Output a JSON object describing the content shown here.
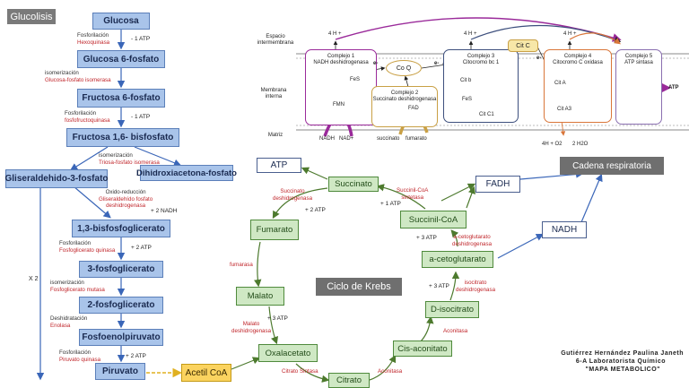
{
  "glycolysis": {
    "title": "Glucolisis",
    "nodes": {
      "glucosa": "Glucosa",
      "g6p": "Glucosa 6-fosfato",
      "f6p": "Fructosa 6-fosfato",
      "f16bp": "Fructosa 1,6- bisfosfato",
      "g3p": "Gliseraldehido-3-fosfato",
      "dhap": "Dihidroxiacetona-fosfato",
      "bpg13": "1,3-bisfosfoglicerato",
      "pg3": "3-fosfoglicerato",
      "pg2": "2-fosfoglicerato",
      "pep": "Fosfoenolpiruvato",
      "piruvato": "Piruvato",
      "acetil": "Acetil CoA"
    },
    "steps": {
      "s1a": "Fosforilación",
      "s1b": "Hexoquinasa",
      "s1atp": "- 1 ATP",
      "s2a": "isomerización",
      "s2b": "Glucosa-fosfato isomerasa",
      "s3a": "Fosforilación",
      "s3b": "fosfofructoquinasa",
      "s3atp": "- 1 ATP",
      "s4a": "isomerización",
      "s4b": "Triosa-fosfato isomerasa",
      "s5a": "Oxido-reducción",
      "s5b": "Gliseraldehído fosfato",
      "s5c": "deshidrogenasa",
      "s5atp": "+ 2 NADH",
      "s6a": "Fosforilación",
      "s6b": "Fosfoglicerato quinasa",
      "s6atp": "+ 2 ATP",
      "s7a": "isomerización",
      "s7b": "Fosfoglicerato mutasa",
      "s8a": "Deshidratación",
      "s8b": "Enolasa",
      "s9a": "Fosforilación",
      "s9b": "Piruvato quinasa",
      "s9atp": "+ 2 ATP",
      "x2": "X 2"
    }
  },
  "krebs": {
    "title": "Ciclo de Krebs",
    "nodes": {
      "succinato": "Succinato",
      "fumarato": "Fumarato",
      "malato": "Malato",
      "oxalacetato": "Oxalacetato",
      "citrato": "Citrato",
      "cisaconitato": "Cis-aconitato",
      "disocitrato": "D-isocitrato",
      "acetoglutarato": "a-cetoglutarato",
      "succinilcoa": "Succinil-CoA",
      "atp": "ATP",
      "fadh": "FADH",
      "nadh": "NADH",
      "cadena": "Cadena respiratoria"
    },
    "enzymes": {
      "e1a": "Succinato",
      "e1b": "deshidrogenasa",
      "e1atp": "+ 2 ATP",
      "e2": "fumarasa",
      "e3a": "Malato",
      "e3b": "deshidrogenasa",
      "e3atp": "+ 3 ATP",
      "e4": "Citrato Sintasa",
      "e5": "Aconitasa",
      "e6": "Aconitasa",
      "e7a": "isocitrato",
      "e7b": "deshidrogenasa",
      "e7atp": "+ 3 ATP",
      "e8a": "a-cetoglutarato",
      "e8b": "deshidrogenasa",
      "e8atp": "+ 3 ATP",
      "e9a": "Succinil-CoA",
      "e9b": "sintetasa",
      "e9atp": "+ 1 ATP"
    }
  },
  "etc": {
    "labels": {
      "espacio1": "Espacio",
      "espacio2": "intermembrana",
      "membrana1": "Membrana",
      "membrana2": "interna",
      "matriz": "Matriz"
    },
    "protons": {
      "h1": "4 H +",
      "h2": "4 H +",
      "h3": "4 H +"
    },
    "complejos": {
      "c1a": "Complejo 1",
      "c1b": "NADH deshidrogenasa",
      "c2a": "Complejo 2",
      "c2b": "Succinato deshidrogenasa",
      "c3a": "Complejo 3",
      "c3b": "Citocromo bc 1",
      "c4a": "Complejo 4",
      "c4b": "Citocromo C oxidasa",
      "c5a": "Complejo 5",
      "c5b": "ATP sintasa"
    },
    "parts": {
      "fes": "FeS",
      "fmn": "FMN",
      "coq": "Co Q",
      "fad": "FAD",
      "citb": "Cit b",
      "fes2": "FeS",
      "citc1": "Cit C1",
      "citc": "Cit C",
      "cita": "Cit A",
      "cita3": "Cit A3",
      "atp": "ATP",
      "e1": "e-",
      "e2": "e-",
      "e3": "e-",
      "nadh": "NADH",
      "nad": "NAD+",
      "succ": "succinato",
      "fum": "fumarato",
      "o2": "4H + O2",
      "h2o": "2 H2O"
    }
  },
  "author": {
    "name": "Gutiérrez Hernández Paulina Janeth",
    "group": "6-A  Laboratorista Químico",
    "title": "\"MAPA METABOLICO\""
  },
  "colors": {
    "glyBox": "#a9c4ea",
    "krebsBox": "#cfe8c4",
    "acetil": "#fbd35f",
    "c1": "#9a2a9a",
    "c2": "#c9a045",
    "c3": "#3d4f7d",
    "c4": "#d9763a",
    "c5": "#8a6fb0",
    "coq": "#c9a045"
  }
}
